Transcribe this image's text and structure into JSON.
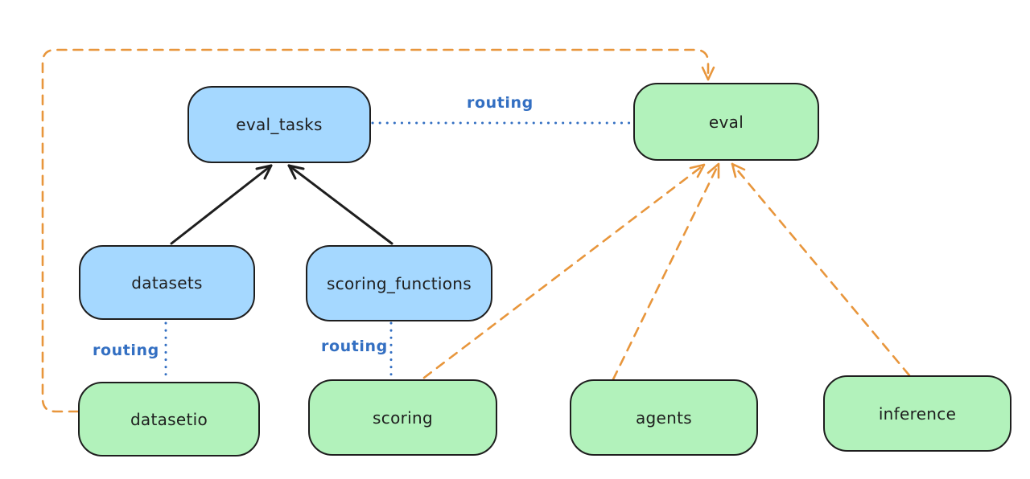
{
  "diagram": {
    "background": "#ffffff",
    "colors": {
      "blue_fill": "#a5d8ff",
      "green_fill": "#b2f2bb",
      "node_stroke": "#1e1e1e",
      "routing_blue": "#336fc2",
      "arrow_orange": "#e8963c",
      "arrow_black": "#1e1e1e"
    },
    "nodes": [
      {
        "id": "eval_tasks",
        "label": "eval_tasks",
        "color": "blue"
      },
      {
        "id": "eval",
        "label": "eval",
        "color": "green"
      },
      {
        "id": "datasets",
        "label": "datasets",
        "color": "blue"
      },
      {
        "id": "scoring_functions",
        "label": "scoring_functions",
        "color": "blue"
      },
      {
        "id": "datasetio",
        "label": "datasetio",
        "color": "green"
      },
      {
        "id": "scoring",
        "label": "scoring",
        "color": "green"
      },
      {
        "id": "agents",
        "label": "agents",
        "color": "green"
      },
      {
        "id": "inference",
        "label": "inference",
        "color": "green"
      }
    ],
    "edge_labels": [
      {
        "text": "routing"
      },
      {
        "text": "routing"
      },
      {
        "text": "routing"
      }
    ],
    "edges": [
      {
        "from": "eval_tasks",
        "to": "eval",
        "style": "dotted",
        "color": "blue",
        "label": "routing"
      },
      {
        "from": "datasets",
        "to": "datasetio",
        "style": "dotted",
        "color": "blue",
        "label": "routing"
      },
      {
        "from": "scoring_functions",
        "to": "scoring",
        "style": "dotted",
        "color": "blue",
        "label": "routing"
      },
      {
        "from": "datasets",
        "to": "eval_tasks",
        "style": "solid-arrow",
        "color": "black",
        "label": ""
      },
      {
        "from": "scoring_functions",
        "to": "eval_tasks",
        "style": "solid-arrow",
        "color": "black",
        "label": ""
      },
      {
        "from": "datasetio",
        "to": "eval",
        "style": "dashed-arrow",
        "color": "orange",
        "label": ""
      },
      {
        "from": "scoring",
        "to": "eval",
        "style": "dashed-arrow",
        "color": "orange",
        "label": ""
      },
      {
        "from": "agents",
        "to": "eval",
        "style": "dashed-arrow",
        "color": "orange",
        "label": ""
      },
      {
        "from": "inference",
        "to": "eval",
        "style": "dashed-arrow",
        "color": "orange",
        "label": ""
      }
    ]
  }
}
